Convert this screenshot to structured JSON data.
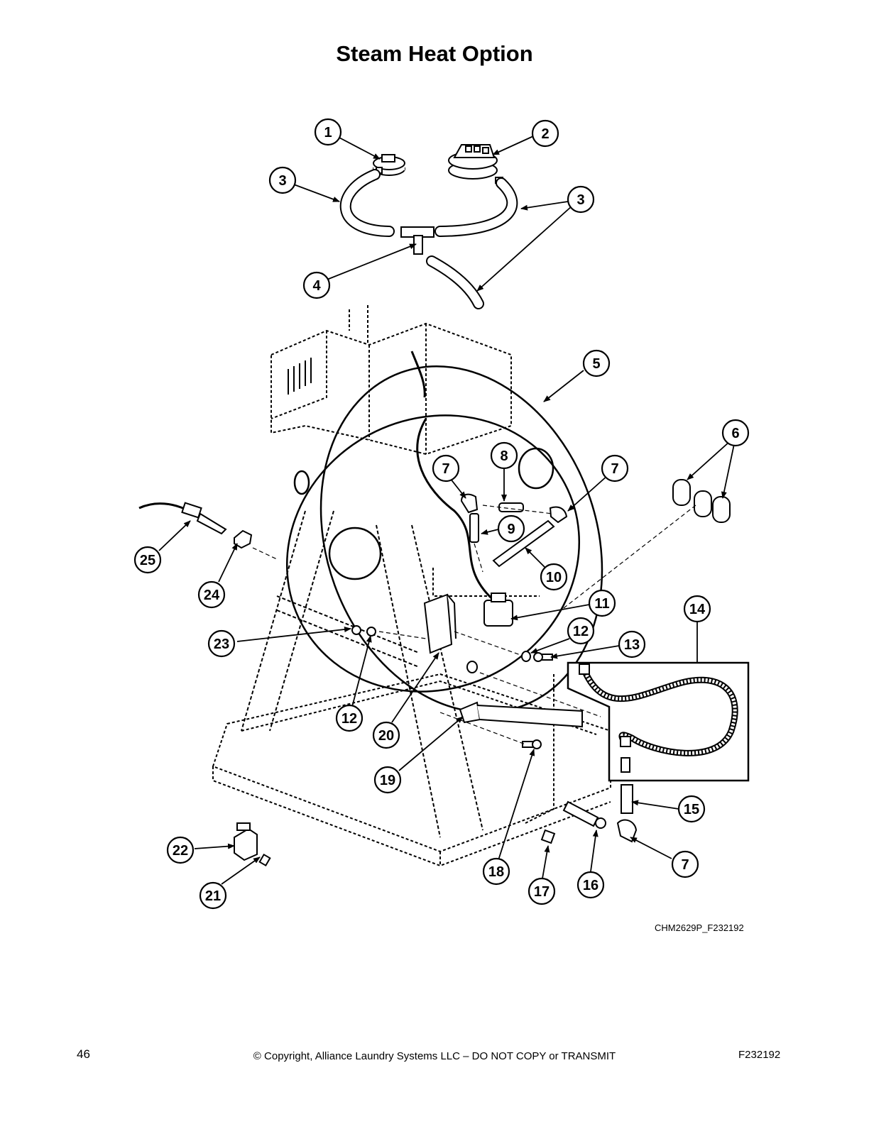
{
  "page": {
    "title": "Steam Heat Option",
    "figure_id": "CHM2629P_F232192",
    "page_number": "46",
    "copyright": "© Copyright, Alliance Laundry Systems LLC – DO NOT COPY or TRANSMIT",
    "doc_id": "F232192"
  },
  "callouts": [
    {
      "label": "1"
    },
    {
      "label": "2"
    },
    {
      "label": "3"
    },
    {
      "label": "3"
    },
    {
      "label": "4"
    },
    {
      "label": "5"
    },
    {
      "label": "6"
    },
    {
      "label": "7"
    },
    {
      "label": "8"
    },
    {
      "label": "7"
    },
    {
      "label": "9"
    },
    {
      "label": "10"
    },
    {
      "label": "11"
    },
    {
      "label": "12"
    },
    {
      "label": "13"
    },
    {
      "label": "14"
    },
    {
      "label": "25"
    },
    {
      "label": "24"
    },
    {
      "label": "23"
    },
    {
      "label": "12"
    },
    {
      "label": "20"
    },
    {
      "label": "19"
    },
    {
      "label": "15"
    },
    {
      "label": "7"
    },
    {
      "label": "22"
    },
    {
      "label": "21"
    },
    {
      "label": "18"
    },
    {
      "label": "17"
    },
    {
      "label": "16"
    }
  ]
}
